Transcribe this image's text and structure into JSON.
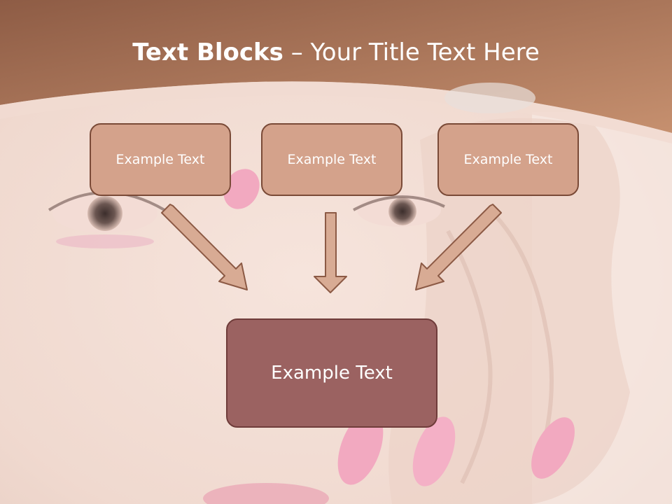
{
  "slide": {
    "title_bold": "Text Blocks",
    "title_dash": " – ",
    "title_rest": "Your Title Text Here",
    "box_left": "Example Text",
    "box_middle": "Example Text",
    "box_right": "Example Text",
    "box_bottom": "Example Text"
  },
  "colors": {
    "header": "#b98364",
    "top_box_fill": "#d4a28b",
    "bottom_box_fill": "#9b6261",
    "arrow_fill": "#d8ab94",
    "arrow_stroke": "#8c5a45"
  }
}
